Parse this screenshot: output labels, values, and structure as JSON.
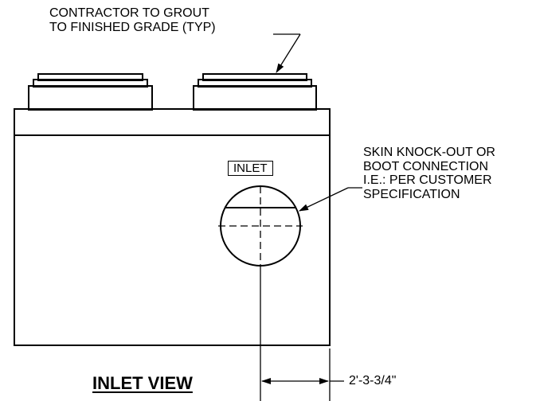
{
  "annotations": {
    "grout_note_line1": "CONTRACTOR TO GROUT",
    "grout_note_line2": "TO FINISHED GRADE (TYP)",
    "boot_note_line1": "SKIN KNOCK-OUT OR",
    "boot_note_line2": "BOOT CONNECTION",
    "boot_note_line3": "I.E.: PER CUSTOMER",
    "boot_note_line4": "SPECIFICATION",
    "inlet_tag": "INLET",
    "dimension": "2'-3-3/4\""
  },
  "title": "INLET VIEW",
  "colors": {
    "line": "#000000",
    "background": "#ffffff"
  }
}
